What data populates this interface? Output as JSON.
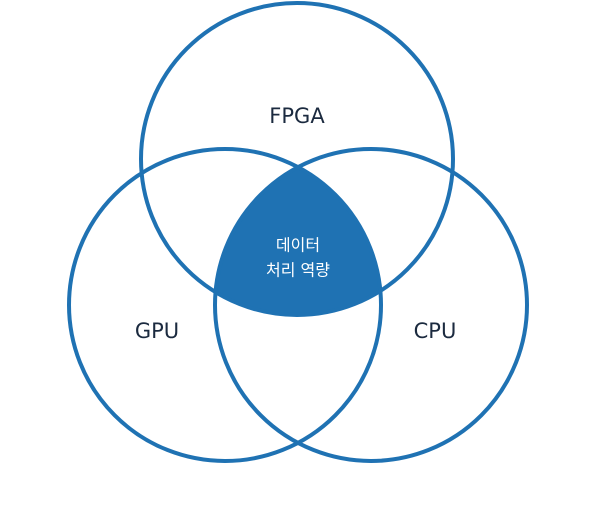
{
  "colors": {
    "accent": "#1f72b3",
    "label_text": "#1b2a3f",
    "center_text": "#ffffff",
    "background": "#ffffff"
  },
  "sets": {
    "top": "FPGA",
    "left": "GPU",
    "right": "CPU"
  },
  "intersection": {
    "line1": "데이터",
    "line2": "처리 역량"
  }
}
